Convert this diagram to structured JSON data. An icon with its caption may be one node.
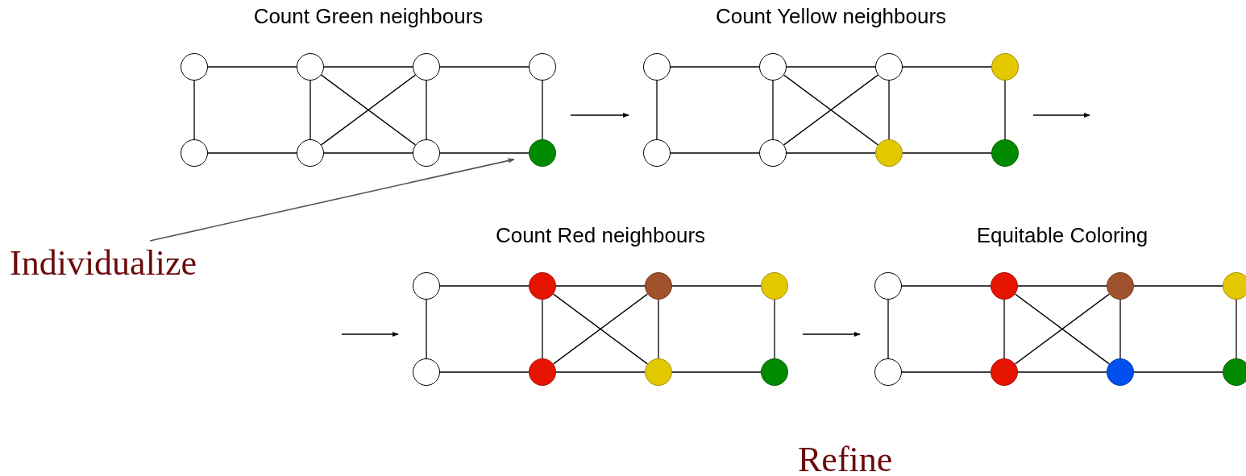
{
  "diagram": {
    "nodes": [
      {
        "text": [
          "Count Green neighbours"
        ]
      },
      {
        "text": [],
        "shape": "circle",
        "in": 0
      },
      {
        "text": [],
        "shape": "circle",
        "in": 0
      },
      {
        "text": [],
        "shape": "circle",
        "in": 0
      },
      {
        "text": [],
        "shape": "circle",
        "in": 0
      },
      {
        "text": [],
        "shape": "circle",
        "in": 0
      },
      {
        "text": [],
        "shape": "circle",
        "in": 0
      },
      {
        "text": [],
        "shape": "circle",
        "in": 0
      },
      {
        "text": [],
        "shape": "circle",
        "in": 0
      },
      {
        "text": [
          "Count Yellow neighbours"
        ]
      },
      {
        "text": [],
        "shape": "circle",
        "in": 9
      },
      {
        "text": [],
        "shape": "circle",
        "in": 9
      },
      {
        "text": [],
        "shape": "circle",
        "in": 9
      },
      {
        "text": [],
        "shape": "circle",
        "in": 9
      },
      {
        "text": [],
        "shape": "circle",
        "in": 9
      },
      {
        "text": [],
        "shape": "circle",
        "in": 9
      },
      {
        "text": [],
        "shape": "circle",
        "in": 9
      },
      {
        "text": [],
        "shape": "circle",
        "in": 9
      },
      {
        "text": [
          "Individualize"
        ]
      },
      {
        "text": [
          "Count Red neighbours"
        ]
      },
      {
        "text": [],
        "shape": "circle",
        "in": 19
      },
      {
        "text": [],
        "shape": "circle",
        "in": 19
      },
      {
        "text": [],
        "shape": "circle",
        "in": 19
      },
      {
        "text": [],
        "shape": "circle",
        "in": 19
      },
      {
        "text": [],
        "shape": "circle",
        "in": 19
      },
      {
        "text": [],
        "shape": "circle",
        "in": 19
      },
      {
        "text": [],
        "shape": "circle",
        "in": 19
      },
      {
        "text": [],
        "shape": "circle",
        "in": 19
      },
      {
        "text": [
          "Equitable Coloring"
        ]
      },
      {
        "text": [],
        "shape": "circle",
        "in": 28
      },
      {
        "text": [],
        "shape": "circle",
        "in": 28
      },
      {
        "text": [],
        "shape": "circle",
        "in": 28
      },
      {
        "text": [],
        "shape": "circle",
        "in": 28
      },
      {
        "text": [],
        "shape": "circle",
        "in": 28
      },
      {
        "text": [],
        "shape": "circle",
        "in": 28
      },
      {
        "text": [],
        "shape": "circle",
        "in": 28
      },
      {
        "text": [],
        "shape": "circle",
        "in": 28
      }
    ],
    "edges": [
      {
        "from": 0,
        "to": 9,
        "arrow": "to"
      },
      {
        "from": 9,
        "to": null,
        "arrow": "to"
      },
      {
        "from": null,
        "to": 19,
        "arrow": "to"
      },
      {
        "from": 19,
        "to": 28,
        "arrow": "to"
      },
      {
        "from": 18,
        "to": 8,
        "arrow": "to",
        "color": "#555555"
      },
      {
        "from": 1,
        "to": 2,
        "arrow": "none"
      },
      {
        "from": 2,
        "to": 3,
        "arrow": "none"
      },
      {
        "from": 3,
        "to": 4,
        "arrow": "none"
      },
      {
        "from": 1,
        "to": 5,
        "arrow": "none"
      },
      {
        "from": 2,
        "to": 6,
        "arrow": "none"
      },
      {
        "from": 3,
        "to": 7,
        "arrow": "none"
      },
      {
        "from": 4,
        "to": 8,
        "arrow": "none"
      },
      {
        "from": 5,
        "to": 6,
        "arrow": "none"
      },
      {
        "from": 6,
        "to": 7,
        "arrow": "none"
      },
      {
        "from": 7,
        "to": 8,
        "arrow": "none"
      },
      {
        "from": 2,
        "to": 7,
        "arrow": "none"
      },
      {
        "from": 3,
        "to": 6,
        "arrow": "none"
      },
      {
        "from": 10,
        "to": 11,
        "arrow": "none"
      },
      {
        "from": 11,
        "to": 12,
        "arrow": "none"
      },
      {
        "from": 12,
        "to": 13,
        "arrow": "none"
      },
      {
        "from": 10,
        "to": 14,
        "arrow": "none"
      },
      {
        "from": 11,
        "to": 15,
        "arrow": "none"
      },
      {
        "from": 12,
        "to": 16,
        "arrow": "none"
      },
      {
        "from": 13,
        "to": 17,
        "arrow": "none"
      },
      {
        "from": 14,
        "to": 15,
        "arrow": "none"
      },
      {
        "from": 15,
        "to": 16,
        "arrow": "none"
      },
      {
        "from": 16,
        "to": 17,
        "arrow": "none"
      },
      {
        "from": 11,
        "to": 16,
        "arrow": "none"
      },
      {
        "from": 12,
        "to": 15,
        "arrow": "none"
      },
      {
        "from": 20,
        "to": 21,
        "arrow": "none"
      },
      {
        "from": 21,
        "to": 22,
        "arrow": "none"
      },
      {
        "from": 22,
        "to": 23,
        "arrow": "none"
      },
      {
        "from": 20,
        "to": 24,
        "arrow": "none"
      },
      {
        "from": 21,
        "to": 25,
        "arrow": "none"
      },
      {
        "from": 22,
        "to": 26,
        "arrow": "none"
      },
      {
        "from": 23,
        "to": 27,
        "arrow": "none"
      },
      {
        "from": 24,
        "to": 25,
        "arrow": "none"
      },
      {
        "from": 25,
        "to": 26,
        "arrow": "none"
      },
      {
        "from": 26,
        "to": 27,
        "arrow": "none"
      },
      {
        "from": 21,
        "to": 26,
        "arrow": "none"
      },
      {
        "from": 22,
        "to": 25,
        "arrow": "none"
      },
      {
        "from": 29,
        "to": 30,
        "arrow": "none"
      },
      {
        "from": 30,
        "to": 31,
        "arrow": "none"
      },
      {
        "from": 31,
        "to": 32,
        "arrow": "none"
      },
      {
        "from": 29,
        "to": 33,
        "arrow": "none"
      },
      {
        "from": 30,
        "to": 34,
        "arrow": "none"
      },
      {
        "from": 31,
        "to": 35,
        "arrow": "none"
      },
      {
        "from": 32,
        "to": 36,
        "arrow": "none"
      },
      {
        "from": 33,
        "to": 34,
        "arrow": "none"
      },
      {
        "from": 34,
        "to": 35,
        "arrow": "none"
      },
      {
        "from": 35,
        "to": 36,
        "arrow": "none"
      },
      {
        "from": 30,
        "to": 35,
        "arrow": "none"
      },
      {
        "from": 31,
        "to": 34,
        "arrow": "none"
      }
    ],
    "labels": [
      "Refine"
    ]
  }
}
